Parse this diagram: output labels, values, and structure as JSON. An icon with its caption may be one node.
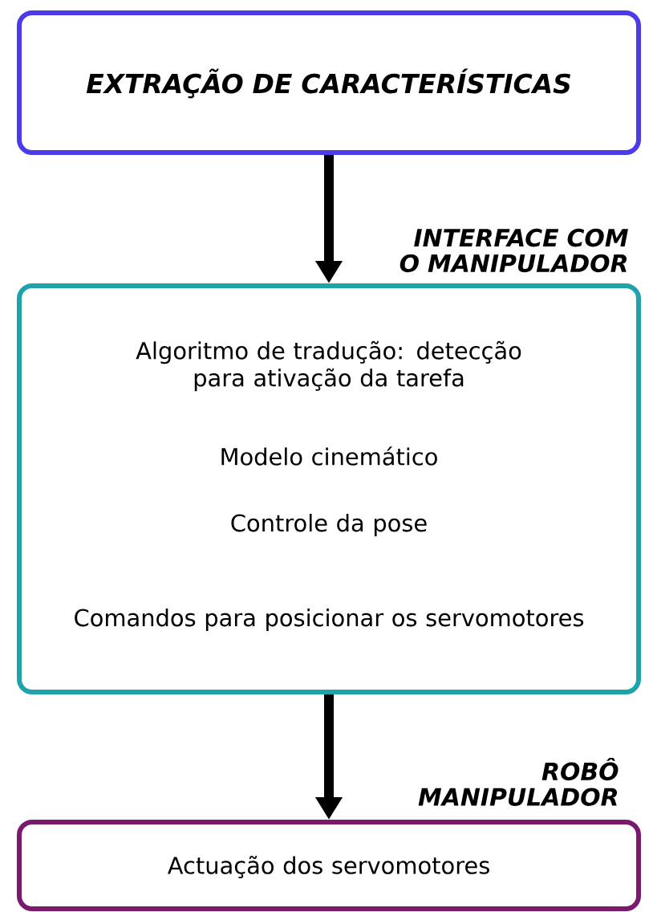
{
  "diagram": {
    "nodes": [
      {
        "text": [
          "EXTRAÇÃO DE CARACTERÍSTICAS"
        ]
      },
      {
        "text": [
          "Algoritmo de tradução: detecção para ativação da tarefa",
          "Modelo cinemático",
          "Controle da pose",
          "Comandos para posicionar os servomotores"
        ]
      },
      {
        "text": [
          "Actuação dos servomotores"
        ]
      }
    ],
    "edges": [
      {
        "from": 0,
        "to": 1,
        "arrow": "to",
        "label": "INTERFACE COM O MANIPULADOR"
      },
      {
        "from": 1,
        "to": 2,
        "arrow": "to",
        "label": "ROBÔ MANIPULADOR"
      }
    ]
  }
}
